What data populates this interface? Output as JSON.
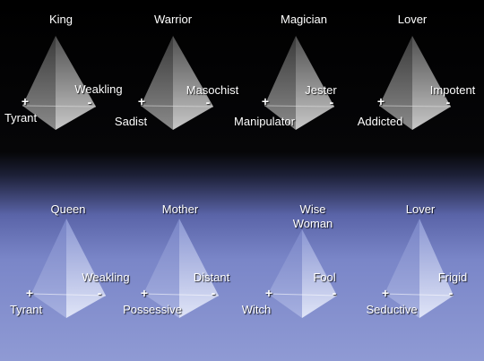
{
  "top_row": [
    {
      "title": "King",
      "plus": "+",
      "minus": "-",
      "left": "Tyrant",
      "right": "Weakling"
    },
    {
      "title": "Warrior",
      "plus": "+",
      "minus": "-",
      "left": "Sadist",
      "right": "Masochist"
    },
    {
      "title": "Magician",
      "plus": "+",
      "minus": "-",
      "left": "Manipulator",
      "right": "Jester"
    },
    {
      "title": "Lover",
      "plus": "+",
      "minus": "-",
      "left": "Addicted",
      "right": "Impotent"
    }
  ],
  "bottom_row": [
    {
      "title": "Queen",
      "plus": "+",
      "minus": "-",
      "left": "Tyrant",
      "right": "Weakling"
    },
    {
      "title": "Mother",
      "plus": "+",
      "minus": "-",
      "left": "Possessive",
      "right": "Distant"
    },
    {
      "title": "Wise",
      "title2": "Woman",
      "plus": "+",
      "minus": "-",
      "left": "Witch",
      "right": "Fool"
    },
    {
      "title": "Lover",
      "plus": "+",
      "minus": "-",
      "left": "Seductive",
      "right": "Frigid"
    }
  ],
  "colors": {
    "top_bg": "#000000",
    "bottom_bg": "#8f9ad4",
    "text": "#ffffff"
  }
}
